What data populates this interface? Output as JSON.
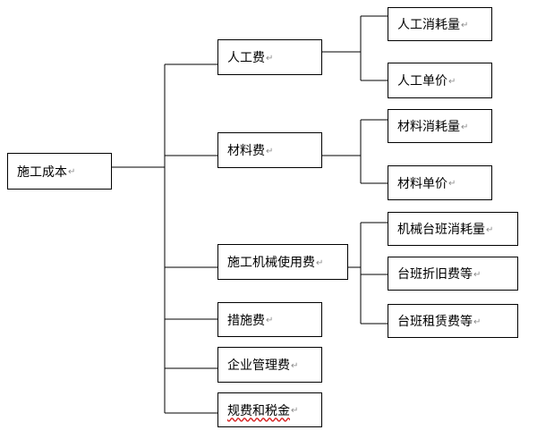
{
  "diagram": {
    "root": {
      "label": "施工成本",
      "mark": "↵"
    },
    "branches": [
      {
        "label": "人工费",
        "mark": "↵",
        "children": [
          {
            "label": "人工消耗量",
            "mark": "↵"
          },
          {
            "label": "人工单价",
            "mark": "↵"
          }
        ]
      },
      {
        "label": "材料费",
        "mark": "↵",
        "children": [
          {
            "label": "材料消耗量",
            "mark": "↵"
          },
          {
            "label": "材料单价",
            "mark": "↵"
          }
        ]
      },
      {
        "label": "施工机械使用费",
        "mark": "↵",
        "children": [
          {
            "label": "机械台班消耗量",
            "mark": "↵"
          },
          {
            "label": "台班折旧费等",
            "mark": "↵"
          },
          {
            "label": "台班租赁费等",
            "mark": "↵"
          }
        ]
      },
      {
        "label": "措施费",
        "mark": "↵"
      },
      {
        "label": "企业管理费",
        "mark": "↵"
      },
      {
        "label": "规费和税金",
        "mark": "↵"
      }
    ]
  },
  "colors": {
    "line": "#000000",
    "box_border": "#000000",
    "return_mark": "#8a8a8a",
    "spellcheck_underline": "#d62020"
  }
}
